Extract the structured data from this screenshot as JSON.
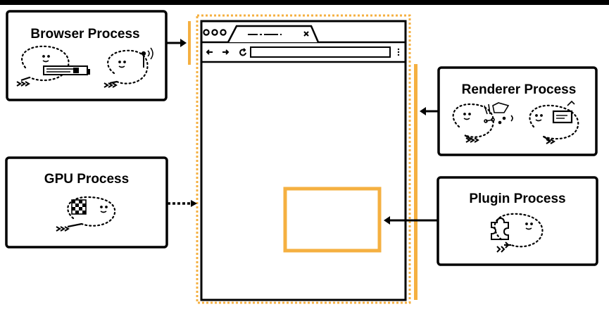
{
  "processes": {
    "browser": {
      "title": "Browser Process"
    },
    "renderer": {
      "title": "Renderer Process"
    },
    "gpu": {
      "title": "GPU Process"
    },
    "plugin": {
      "title": "Plugin Process"
    }
  },
  "colors": {
    "accent": "#f5b041",
    "ink": "#000000",
    "background": "#ffffff"
  },
  "icons": [
    "close-icon",
    "back-arrow-icon",
    "forward-arrow-icon",
    "reload-icon",
    "menu-dots-icon"
  ]
}
